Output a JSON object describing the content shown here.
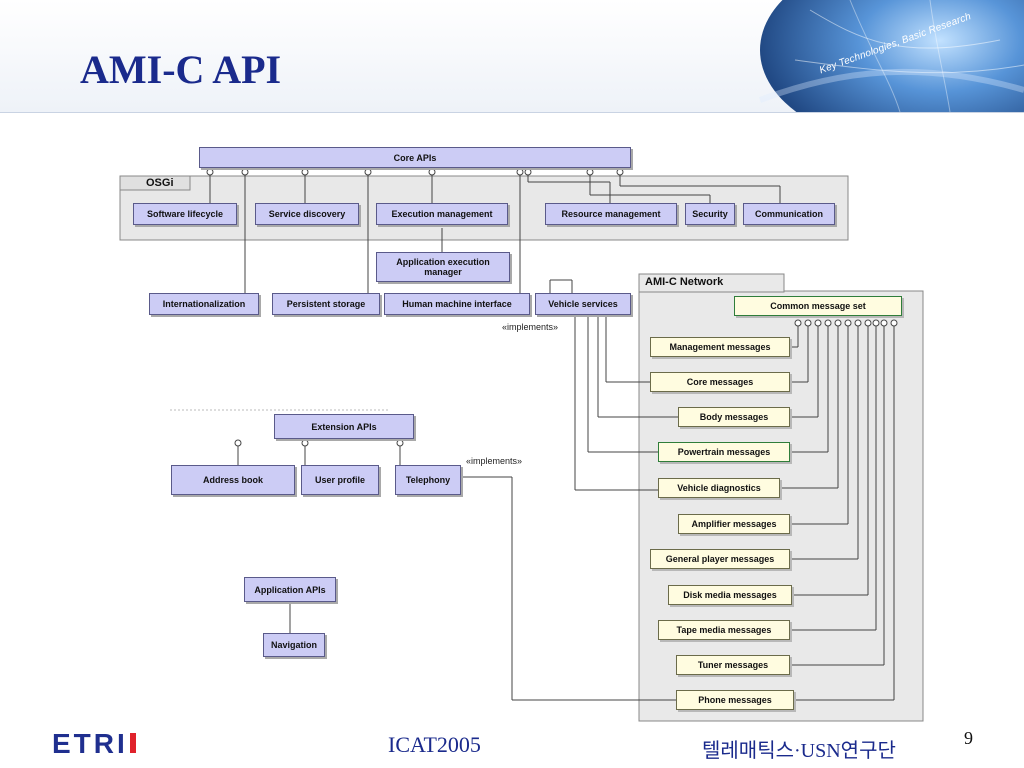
{
  "slide": {
    "title": "AMI-C API",
    "page_number": "9",
    "footer_event": "ICAT2005",
    "footer_org": "텔레매틱스·USN연구단",
    "logo_text": "ETRI",
    "globe_caption": "Key Technologies, Basic Research"
  },
  "diagram": {
    "core_apis": "Core APIs",
    "osgi": {
      "label": "OSGi",
      "modules": [
        "Software lifecycle",
        "Service discovery",
        "Execution management",
        "Resource management",
        "Security",
        "Communication"
      ]
    },
    "app_exec_manager": "Application execution manager",
    "services": [
      "Internationalization",
      "Persistent storage",
      "Human machine interface",
      "Vehicle services"
    ],
    "implements_label_1": "«implements»",
    "extension_apis": "Extension APIs",
    "extensions": [
      "Address book",
      "User profile",
      "Telephony"
    ],
    "implements_label_2": "«implements»",
    "application_apis": "Application APIs",
    "navigation": "Navigation",
    "network": {
      "label": "AMI-C Network",
      "common_message_set": "Common message set",
      "messages": [
        "Management messages",
        "Core messages",
        "Body messages",
        "Powertrain messages",
        "Vehicle diagnostics",
        "Amplifier messages",
        "General player messages",
        "Disk media messages",
        "Tape media messages",
        "Tuner messages",
        "Phone messages"
      ]
    }
  }
}
